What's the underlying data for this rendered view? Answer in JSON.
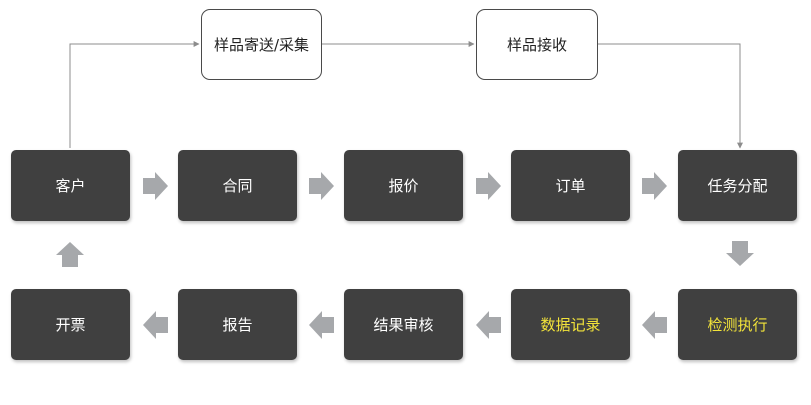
{
  "colors": {
    "node_fill": "#404040",
    "node_text": "#ffffff",
    "highlight_text": "#f2e33a",
    "arrow_block": "#a6a8ab",
    "connector_line": "#8c8c8c"
  },
  "top": {
    "sample": "样品寄送/采集",
    "receive": "样品接收"
  },
  "row1": {
    "customer": "客户",
    "contract": "合同",
    "quote": "报价",
    "order": "订单",
    "assign": "任务分配"
  },
  "row2": {
    "invoice": "开票",
    "report": "报告",
    "review": "结果审核",
    "data_record": "数据记录",
    "execute": "检测执行"
  }
}
